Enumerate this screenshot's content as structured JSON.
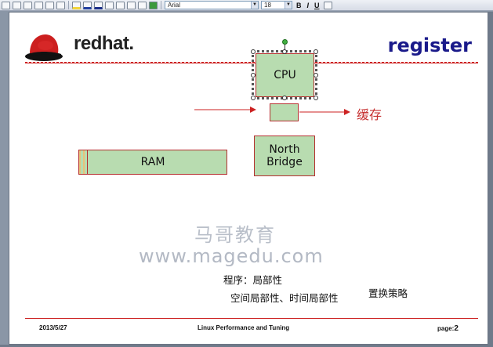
{
  "toolbar": {
    "font_name": "Arial",
    "font_size": "18",
    "bold_label": "B",
    "italic_label": "I",
    "underline_label": "U",
    "icons": [
      "save-icon",
      "print-icon",
      "cut-icon",
      "copy-icon",
      "paste-icon",
      "image-icon",
      "fill-color-icon",
      "line-color-icon",
      "font-color-icon",
      "line-style-icon",
      "dash-style-icon",
      "arrow-style-icon",
      "shadow-icon",
      "3d-icon"
    ]
  },
  "slide": {
    "logo_text": "redhat.",
    "title": "register",
    "shapes": {
      "cpu_label": "CPU",
      "cache_label": "缓存",
      "ram_label": "RAM",
      "northbridge_line1": "North",
      "northbridge_line2": "Bridge"
    },
    "watermark": {
      "cn": "马哥教育",
      "url": "www.magedu.com"
    },
    "notes": {
      "program": "程序：局部性",
      "locality": "空间局部性、时间局部性",
      "replace": "置换策略"
    },
    "footer": {
      "date": "2013/5/27",
      "center": "Linux Performance and Tuning",
      "page_prefix": "page:",
      "page_number": "2"
    }
  },
  "colors": {
    "box_fill": "#b8dcb0",
    "box_border": "#b53030",
    "title": "#1a1a8a",
    "rule": "#cc2222",
    "cache_text": "#c63030"
  }
}
